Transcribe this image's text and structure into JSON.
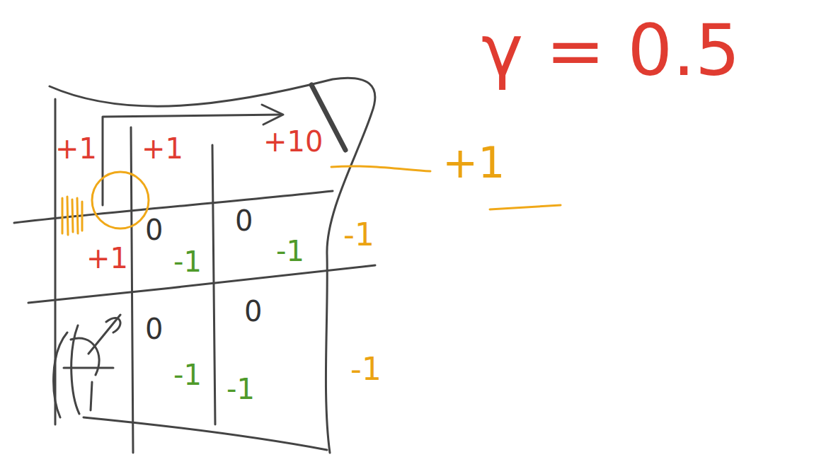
{
  "diagram": {
    "labels": [
      "γ = 0.5",
      "+1",
      "+1",
      "+10",
      "+1",
      "+1",
      "0",
      "-1",
      "0",
      "-1",
      "-1",
      "0",
      "-1",
      "0",
      "-1",
      "-1"
    ]
  }
}
